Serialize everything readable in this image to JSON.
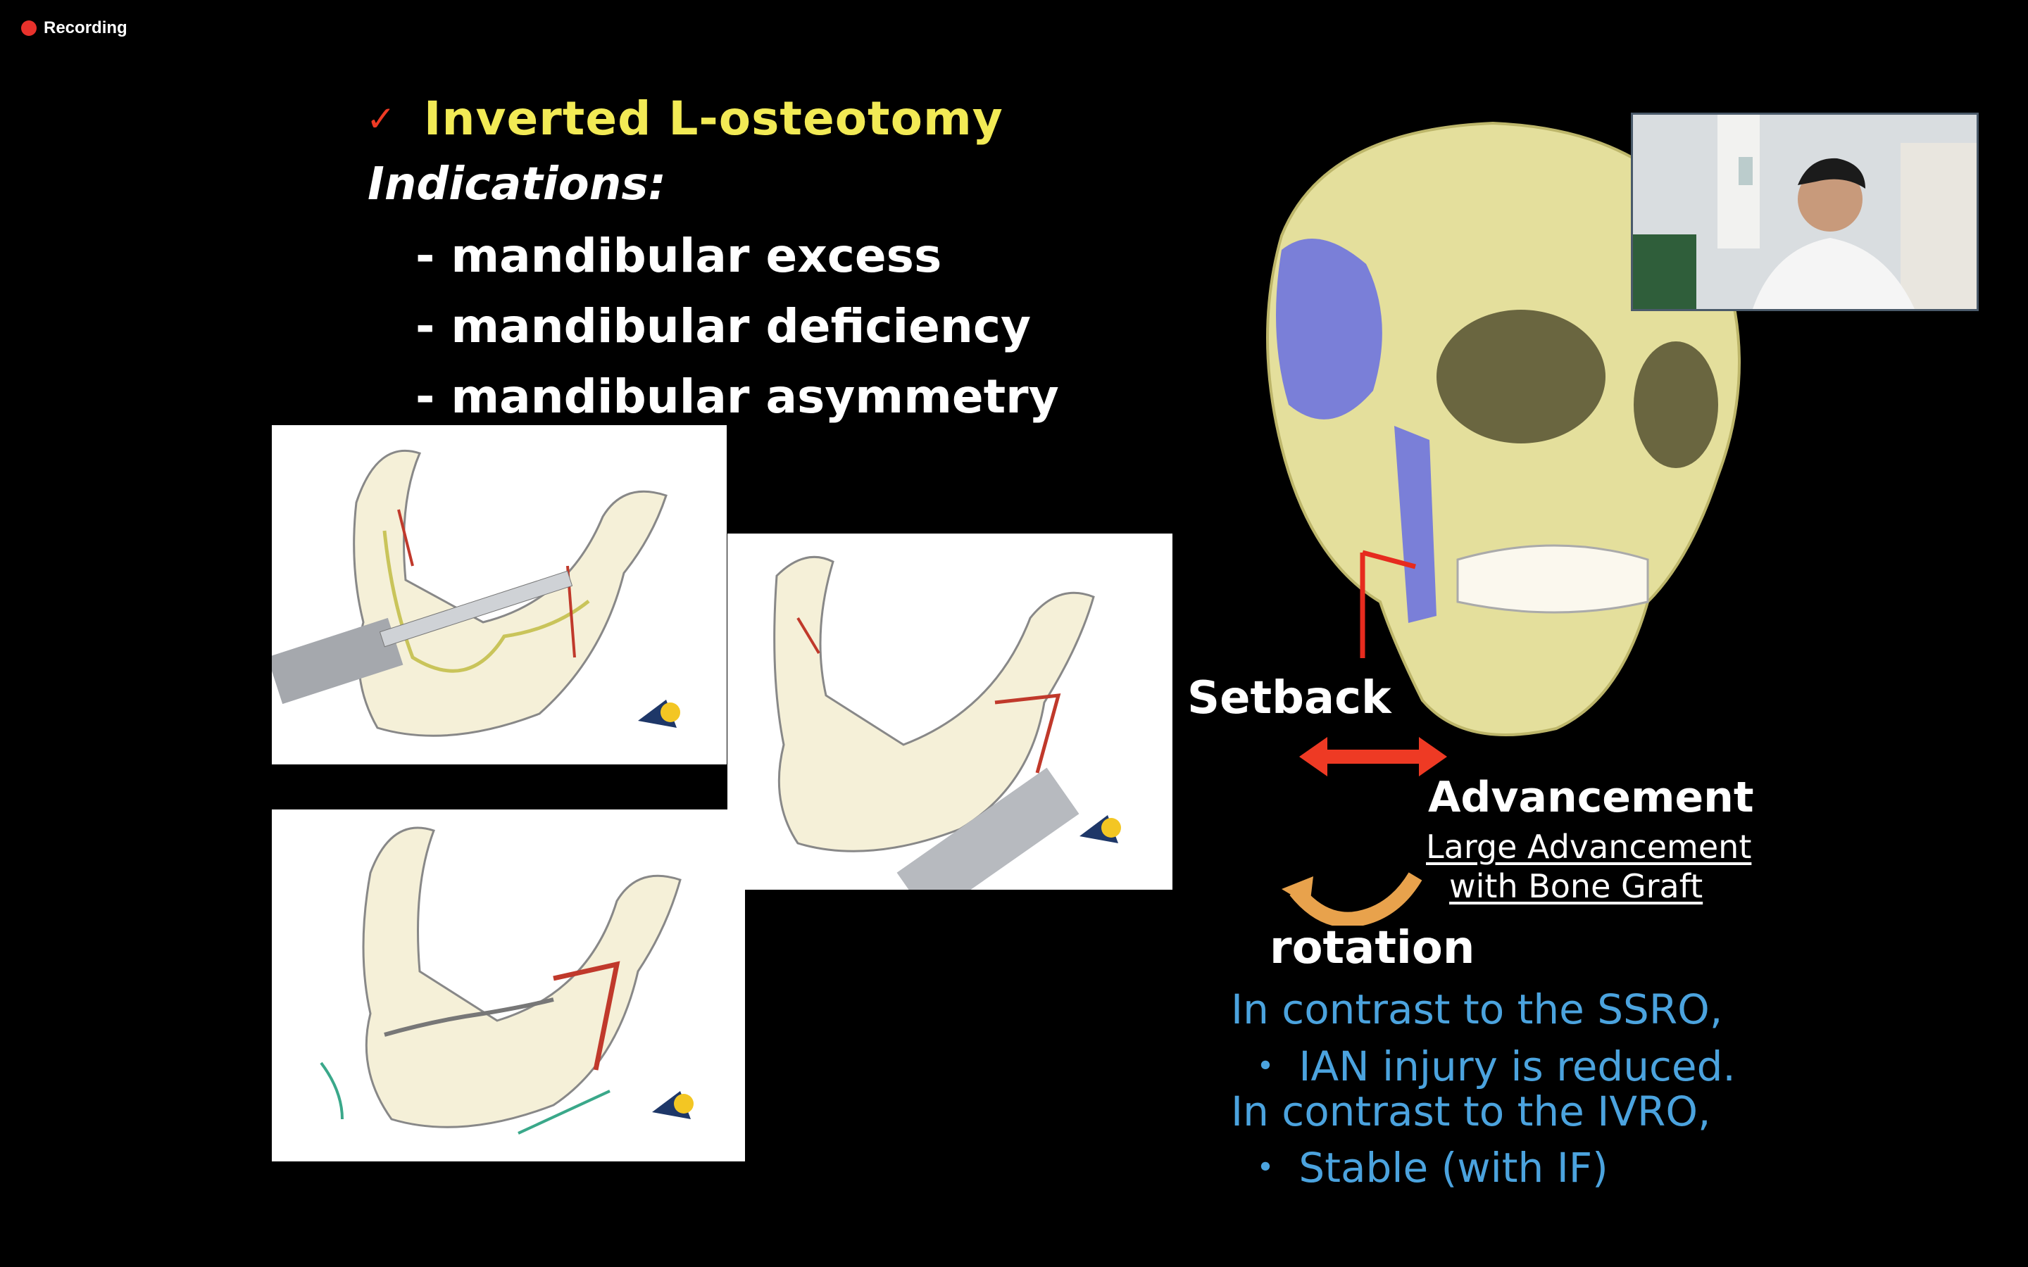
{
  "recording": {
    "label": "Recording",
    "dot_color": "#e8322c"
  },
  "slide": {
    "check_glyph": "✓",
    "title": "Inverted L-osteotomy",
    "indications_label": "Indications:",
    "bullets": [
      "- mandibular excess",
      "- mandibular deficiency",
      "- mandibular asymmetry"
    ],
    "setback": "Setback",
    "advancement": "Advancement",
    "large_advancement": "Large Advancement",
    "with_bone_graft": "with Bone Graft",
    "rotation": "rotation",
    "contrast_ssro": "In contrast to the SSRO,",
    "ssro_point": "・ IAN injury is reduced.",
    "contrast_ivro": "In contrast to the IVRO,",
    "ivro_point": "・ Stable (with IF)"
  },
  "colors": {
    "title": "#f2ea55",
    "accent_red": "#ee3a24",
    "contrast_text": "#4ba3de",
    "skull_bone": "#e4df9c",
    "skull_muscle": "#7a7fd8"
  }
}
